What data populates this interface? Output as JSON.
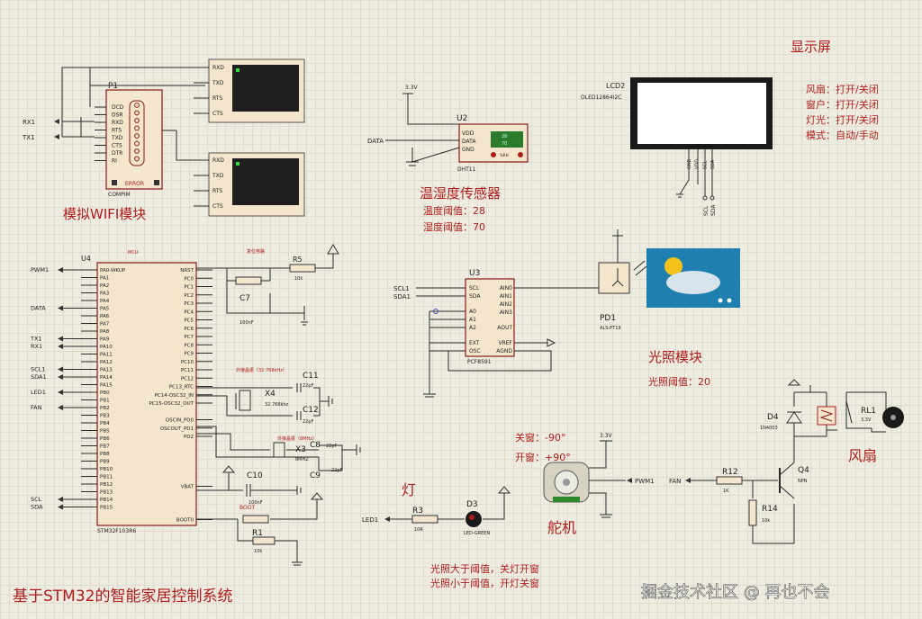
{
  "title": "基于STM32的智能家居控制系统",
  "watermark": "掘金技术社区 @ 再也不会",
  "display": {
    "heading": "显示屏",
    "lines": [
      "风扇：打开/关闭",
      "窗户：打开/关闭",
      "灯光：打开/关闭",
      "模式：自动/手动"
    ],
    "lcd_ref": "LCD2",
    "lcd_part": "OLED12864I2C",
    "lcd_pins": [
      "GND",
      "VDD",
      "SCL",
      "SDA"
    ],
    "bottom_pins": [
      "SCL",
      "SDA"
    ]
  },
  "wifi": {
    "label": "模拟WIFI模块",
    "p1_ref": "P1",
    "p1_part": "COMPIM",
    "p1_pins": [
      "DCD",
      "DSR",
      "RXD",
      "RTS",
      "TXD",
      "CTS",
      "DTR",
      "RI"
    ],
    "error": "ERROR",
    "rx": "RX1",
    "tx": "TX1",
    "term_pins": [
      "RXD",
      "TXD",
      "RTS",
      "CTS"
    ]
  },
  "sensor": {
    "ref": "U2",
    "part": "DHT11",
    "vcc": "3.3V",
    "pins": [
      "VDD",
      "DATA",
      "GND"
    ],
    "net": "DATA",
    "lcd_a": "28",
    "lcd_b": "70",
    "rh": "%RH",
    "heading": "温湿度传感器",
    "temp_threshold": "温度阈值：28",
    "hum_threshold": "湿度阈值：70"
  },
  "mcu": {
    "ref": "U4",
    "tag": "MCU",
    "part": "STM32F103R6",
    "left_pins": [
      "PA0-WKUP",
      "PA1",
      "PA2",
      "PA3",
      "PA4",
      "PA5",
      "PA6",
      "PA7",
      "PA8",
      "PA9",
      "PA10",
      "PA11",
      "PA12",
      "PA13",
      "PA14",
      "PA15",
      "PB0",
      "PB1",
      "PB2",
      "PB3",
      "PB4",
      "PB5",
      "PB6",
      "PB7",
      "PB8",
      "PB9",
      "PB10",
      "PB11",
      "PB12",
      "PB13",
      "PB14",
      "PB15"
    ],
    "right_pins": [
      "NRST",
      "PC0",
      "PC1",
      "PC2",
      "PC3",
      "PC4",
      "PC5",
      "PC6",
      "PC7",
      "PC8",
      "PC9",
      "PC10",
      "PC11",
      "PC12",
      "PC13_RTC",
      "PC14-OSC32_IN",
      "PC15-OSC32_OUT",
      "",
      "OSCIN_PD0",
      "OSCOUT_PD1",
      "PD2",
      "",
      "",
      "",
      "",
      "",
      "VBAT",
      "",
      "",
      "",
      "BOOT0"
    ],
    "nets_left": {
      "PA0-WKUP": "PWM1",
      "PA5": "DATA",
      "PA9": "TX1",
      "PA10": "RX1",
      "PA13": "SCL1",
      "PA14": "SDA1",
      "PB0": "LED1",
      "PB2": "FAN",
      "PB14": "SCL",
      "PB15": "SDA"
    },
    "reset_label": "复位电路",
    "c7": "C7",
    "c7_val": "100nF",
    "r5": "R5",
    "r5_val": "10k",
    "osc32_label": "外接晶振（32.768kHz）",
    "x4": "X4",
    "x4_val": "32.768khz",
    "c11": "C11",
    "c12": "C12",
    "cap22": "22pF",
    "osc8_label": "外接晶振（8MHz）",
    "x3": "X3",
    "x3_val": "8MHZ",
    "c8": "C8",
    "c9": "C9",
    "c10": "C10",
    "c10_val": "100nF",
    "boot": "BOOT",
    "r1": "R1",
    "r1_val": "10k"
  },
  "adc": {
    "ref": "U3",
    "part": "PCF8591",
    "left_pins": [
      "SCL",
      "SDA",
      "A0",
      "A1",
      "A2",
      "EXT",
      "OSC"
    ],
    "right_pins": [
      "AIN0",
      "AIN1",
      "AIN2",
      "AIN3",
      "AOUT",
      "VREF",
      "AGND"
    ],
    "nets": [
      "SCL1",
      "SDA1"
    ]
  },
  "light": {
    "ref": "PD1",
    "part": "ALS-PT19",
    "heading": "光照模块",
    "threshold": "光照阈值：20"
  },
  "lamp": {
    "heading": "灯",
    "net": "LED1",
    "r": "R3",
    "r_val": "10R",
    "d": "D3",
    "d_part": "LED-GREEN"
  },
  "notes": [
    "光照大于阈值，关灯开窗",
    "光照小于阈值，开灯关窗"
  ],
  "servo": {
    "heading": "舵机",
    "close": "关窗：-90°",
    "open": "开窗：+90°",
    "vcc": "3.3V",
    "net": "PWM1"
  },
  "fan": {
    "heading": "风扇",
    "net": "FAN",
    "r12": "R12",
    "r12_val": "1K",
    "r14": "R14",
    "r14_val": "10k",
    "q": "Q4",
    "q_part": "NPN",
    "d": "D4",
    "d_part": "1N4003",
    "relay": "RL1",
    "relay_val": "3.3V"
  },
  "colors": {
    "accent": "#b01c1c",
    "wire": "#2b2b2b",
    "panel": "#1f1f1f",
    "sky": "#1f7fb0"
  }
}
